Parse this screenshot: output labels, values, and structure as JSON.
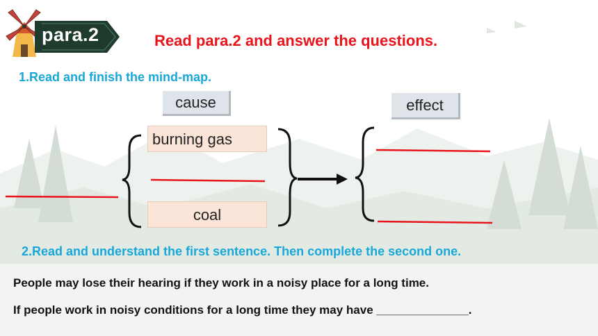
{
  "badge": {
    "label": "para.2"
  },
  "title": "Read para.2 and answer the questions.",
  "question1": "1.Read and finish the mind-map.",
  "mindmap": {
    "cause_label": "cause",
    "effect_label": "effect",
    "cause_items": [
      "burning gas",
      "",
      "coal"
    ]
  },
  "question2": "2.Read and understand the first sentence. Then complete the second one.",
  "sentence1": "People may lose their hearing if they work in a noisy  place for a long time.",
  "sentence2": "If people work in noisy conditions for a long time they may have ______________.",
  "colors": {
    "title_red": "#e8131b",
    "question_blue": "#18a7d8",
    "badge_green": "#1f3b2e",
    "answer_line_red": "#e8131b"
  },
  "icons": [
    "windmill-icon",
    "arrow-right-icon"
  ]
}
